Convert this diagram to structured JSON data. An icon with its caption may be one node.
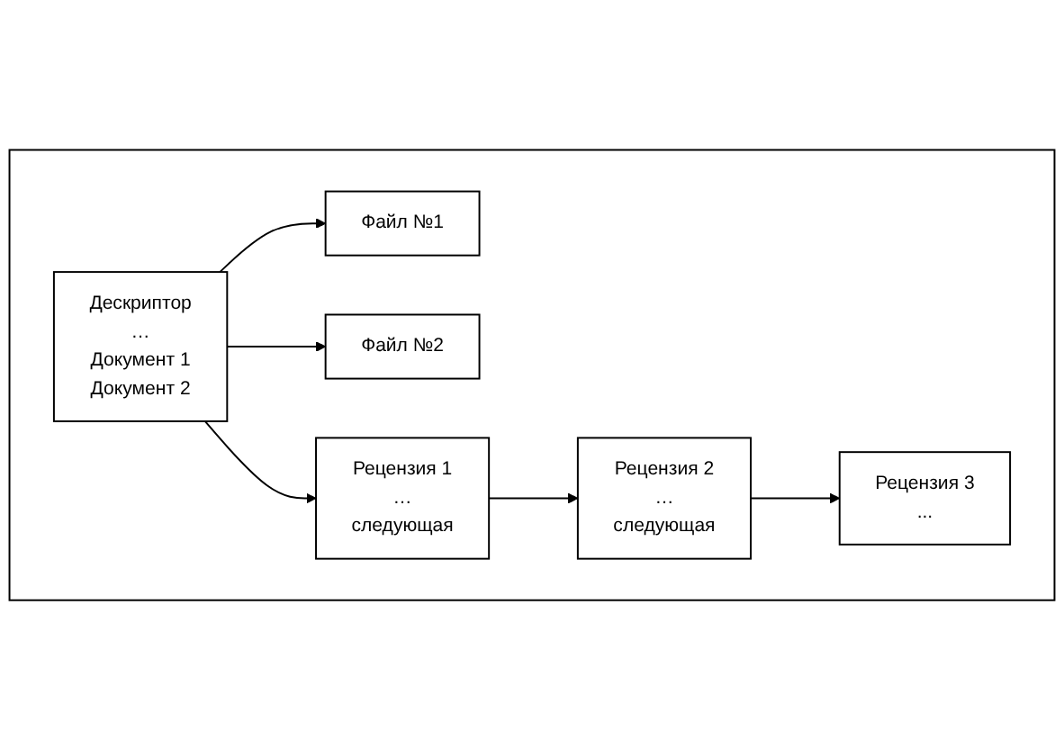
{
  "diagram": {
    "nodes": [
      {
        "text": [],
        "shape": "box"
      },
      {
        "text": [
          "Дескриптор",
          "…",
          "Документ 1",
          "Документ 2"
        ],
        "in": 0
      },
      {
        "text": [
          "Файл №1"
        ],
        "in": 0
      },
      {
        "text": [
          "Файл №2"
        ],
        "in": 0
      },
      {
        "text": [
          "Рецензия 1",
          "…",
          "следующая"
        ],
        "in": 0
      },
      {
        "text": [
          "Рецензия 2",
          "…",
          "следующая"
        ],
        "in": 0
      },
      {
        "text": [
          "Рецензия 3",
          "..."
        ],
        "in": 0
      }
    ],
    "edges": [
      {
        "from": 1,
        "to": 2,
        "arrow": "to"
      },
      {
        "from": 1,
        "to": 3,
        "arrow": "to"
      },
      {
        "from": 1,
        "to": 4,
        "arrow": "to"
      },
      {
        "from": 4,
        "to": 5,
        "arrow": "to"
      },
      {
        "from": 5,
        "to": 6,
        "arrow": "to"
      }
    ]
  }
}
